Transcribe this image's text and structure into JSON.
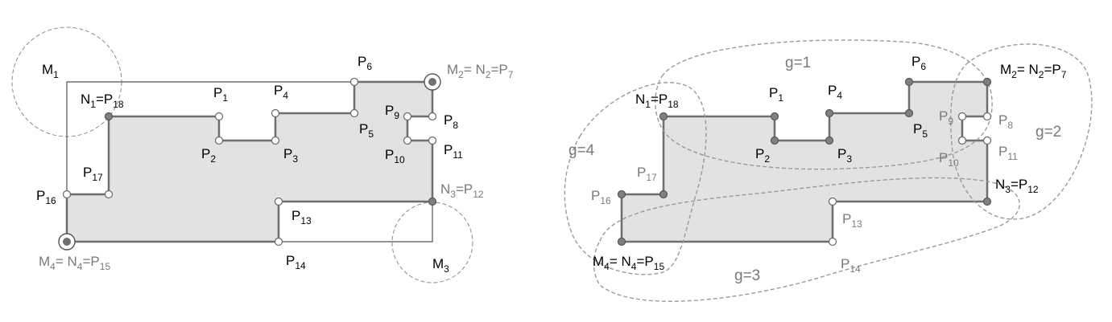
{
  "left_diagram": {
    "circles": {
      "m1": {
        "base": "M",
        "sub": "1"
      },
      "m3": {
        "base": "M",
        "sub": "3"
      }
    },
    "labels": {
      "p1": {
        "base": "P",
        "sub": "1"
      },
      "p2": {
        "base": "P",
        "sub": "2"
      },
      "p3": {
        "base": "P",
        "sub": "3"
      },
      "p4": {
        "base": "P",
        "sub": "4"
      },
      "p5": {
        "base": "P",
        "sub": "5"
      },
      "p6": {
        "base": "P",
        "sub": "6"
      },
      "p8": {
        "base": "P",
        "sub": "8"
      },
      "p9": {
        "base": "P",
        "sub": "9"
      },
      "p10": {
        "base": "P",
        "sub": "10"
      },
      "p11": {
        "base": "P",
        "sub": "11"
      },
      "p13": {
        "base": "P",
        "sub": "13"
      },
      "p14": {
        "base": "P",
        "sub": "14"
      },
      "p16": {
        "base": "P",
        "sub": "16"
      },
      "p17": {
        "base": "P",
        "sub": "17"
      },
      "n1": {
        "a": "N",
        "a_sub": "1",
        "eq": "=P",
        "b_sub": "18"
      },
      "m2": {
        "a": "M",
        "a_sub": "2",
        "eq1": "= N",
        "b_sub": "2",
        "eq2": "=P",
        "c_sub": "7"
      },
      "n3": {
        "a": "N",
        "a_sub": "3",
        "eq": "=P",
        "b_sub": "12"
      },
      "m4": {
        "a": "M",
        "a_sub": "4",
        "eq1": "= N",
        "b_sub": "4",
        "eq2": "=P",
        "c_sub": "15"
      }
    }
  },
  "right_diagram": {
    "groups": {
      "g1": "g=1",
      "g2": "g=2",
      "g3": "g=3",
      "g4": "g=4"
    },
    "labels": {
      "p1": {
        "base": "P",
        "sub": "1"
      },
      "p2": {
        "base": "P",
        "sub": "2"
      },
      "p3": {
        "base": "P",
        "sub": "3"
      },
      "p4": {
        "base": "P",
        "sub": "4"
      },
      "p5": {
        "base": "P",
        "sub": "5"
      },
      "p6": {
        "base": "P",
        "sub": "6"
      },
      "p8": {
        "base": "P",
        "sub": "8"
      },
      "p9": {
        "base": "P",
        "sub": "9"
      },
      "p10": {
        "base": "P",
        "sub": "10"
      },
      "p11": {
        "base": "P",
        "sub": "11"
      },
      "p13": {
        "base": "P",
        "sub": "13"
      },
      "p14": {
        "base": "P",
        "sub": "14"
      },
      "p16": {
        "base": "P",
        "sub": "16"
      },
      "p17": {
        "base": "P",
        "sub": "17"
      },
      "n1": {
        "a": "N",
        "a_sub": "1",
        "eq": "=P",
        "b_sub": "18"
      },
      "m2": {
        "a": "M",
        "a_sub": "2",
        "eq1": "= N",
        "b_sub": "2",
        "eq2": "=P",
        "c_sub": "7"
      },
      "n3": {
        "a": "N",
        "a_sub": "3",
        "eq": "=P",
        "b_sub": "12"
      },
      "m4": {
        "a": "M",
        "a_sub": "4",
        "eq1": "= N",
        "b_sub": "4",
        "eq2": "=P",
        "c_sub": "15"
      }
    }
  },
  "colors": {
    "polygon_fill": "#e2e2e2",
    "polygon_stroke": "#6e6e6e",
    "gray_text": "#7a7a7a",
    "dark_point": "#808080",
    "dashed_stroke": "#9a9a9a"
  }
}
